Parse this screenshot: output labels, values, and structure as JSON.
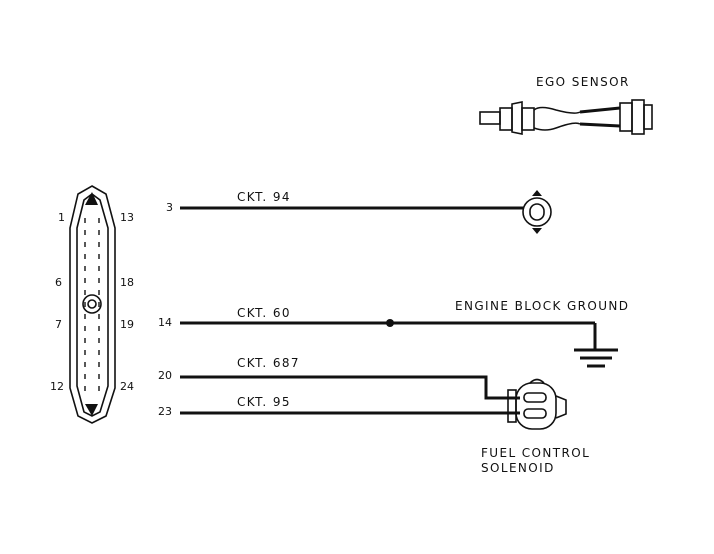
{
  "labels": {
    "ego_sensor": "EGO SENSOR",
    "engine_block_ground": "ENGINE BLOCK GROUND",
    "fuel_control_line1": "FUEL CONTROL",
    "fuel_control_line2": "SOLENOID"
  },
  "circuits": [
    {
      "pin": "3",
      "ckt": "CKT. 94"
    },
    {
      "pin": "14",
      "ckt": "CKT. 60"
    },
    {
      "pin": "20",
      "ckt": "CKT. 687"
    },
    {
      "pin": "23",
      "ckt": "CKT. 95"
    }
  ],
  "connector_pins": {
    "p1": "1",
    "p13": "13",
    "p6": "6",
    "p18": "18",
    "p7": "7",
    "p19": "19",
    "p12": "12",
    "p24": "24"
  }
}
